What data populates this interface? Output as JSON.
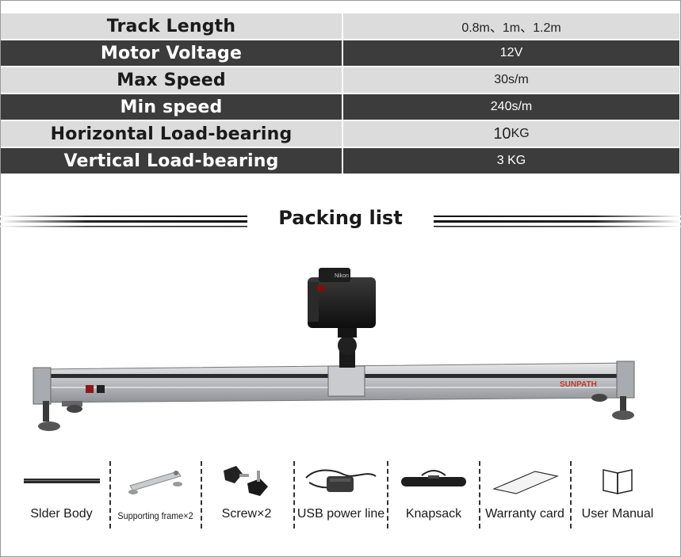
{
  "specs": [
    {
      "label": "Track Length",
      "value": "0.8m、1m、1.2m",
      "tone": "light"
    },
    {
      "label": "Motor Voltage",
      "value": "12V",
      "tone": "dark"
    },
    {
      "label": "Max Speed",
      "value": "30s/m",
      "tone": "light"
    },
    {
      "label": "Min speed",
      "value": "240s/m",
      "tone": "dark"
    },
    {
      "label": "Horizontal Load-bearing",
      "value_num": "10",
      "value_unit": "KG",
      "tone": "light"
    },
    {
      "label": "Vertical Load-bearing",
      "value": "3 KG",
      "tone": "dark"
    }
  ],
  "section_title": "Packing list",
  "brand": "SUNPATH",
  "camera_brand": "Nikon",
  "packing_items": [
    {
      "label": "Slder Body",
      "icon": "slider-rail-icon"
    },
    {
      "label": "Supporting frame×2",
      "icon": "support-frame-icon"
    },
    {
      "label": "Screw×2",
      "icon": "screw-knob-icon"
    },
    {
      "label": "USB power line",
      "icon": "power-adapter-icon"
    },
    {
      "label": "Knapsack",
      "icon": "bag-icon"
    },
    {
      "label": "Warranty card",
      "icon": "card-icon"
    },
    {
      "label": "User Manual",
      "icon": "book-icon"
    }
  ],
  "colors": {
    "dark_row": "#3c3c3c",
    "light_row": "#dcdcdc",
    "brand_red": "#c0392b"
  }
}
